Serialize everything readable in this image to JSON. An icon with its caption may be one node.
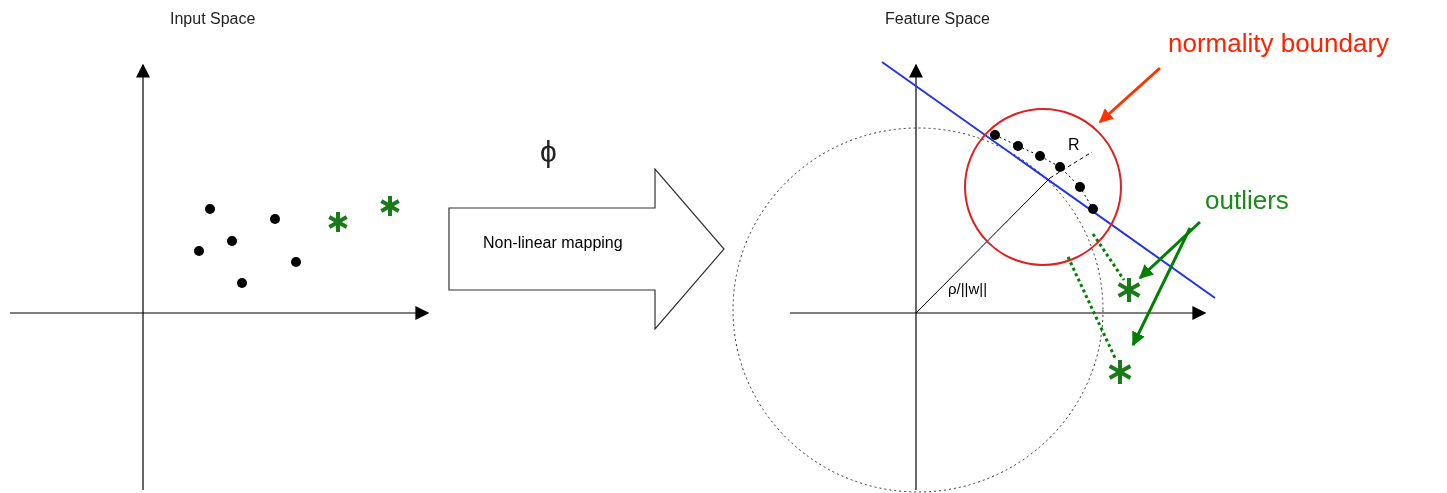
{
  "diagram": {
    "nodes": [
      {
        "text": [
          "Non-linear mapping"
        ],
        "beside": [
          "ϕ"
        ]
      },
      {
        "text": [
          "normality boundary"
        ]
      },
      {
        "text": [],
        "shape": "circle"
      },
      {
        "text": [
          "outliers"
        ]
      },
      {
        "text": [],
        "shape": "asterisk"
      },
      {
        "text": [],
        "shape": "asterisk"
      }
    ],
    "edges": [
      {
        "from": 1,
        "to": 2,
        "arrow": "to",
        "color": "#ff3300"
      },
      {
        "from": 3,
        "to": 4,
        "arrow": "to",
        "color": "#008000"
      },
      {
        "from": 3,
        "to": 5,
        "arrow": "to",
        "color": "#008000"
      },
      {
        "from": 2,
        "to": 4,
        "arrow": "none",
        "style": "dashed",
        "color": "#008000"
      },
      {
        "from": 2,
        "to": 5,
        "arrow": "none",
        "style": "dashed",
        "color": "#008000"
      }
    ],
    "labels": [
      "Input Space",
      "Feature Space",
      "R",
      "ρ/||w||"
    ]
  }
}
